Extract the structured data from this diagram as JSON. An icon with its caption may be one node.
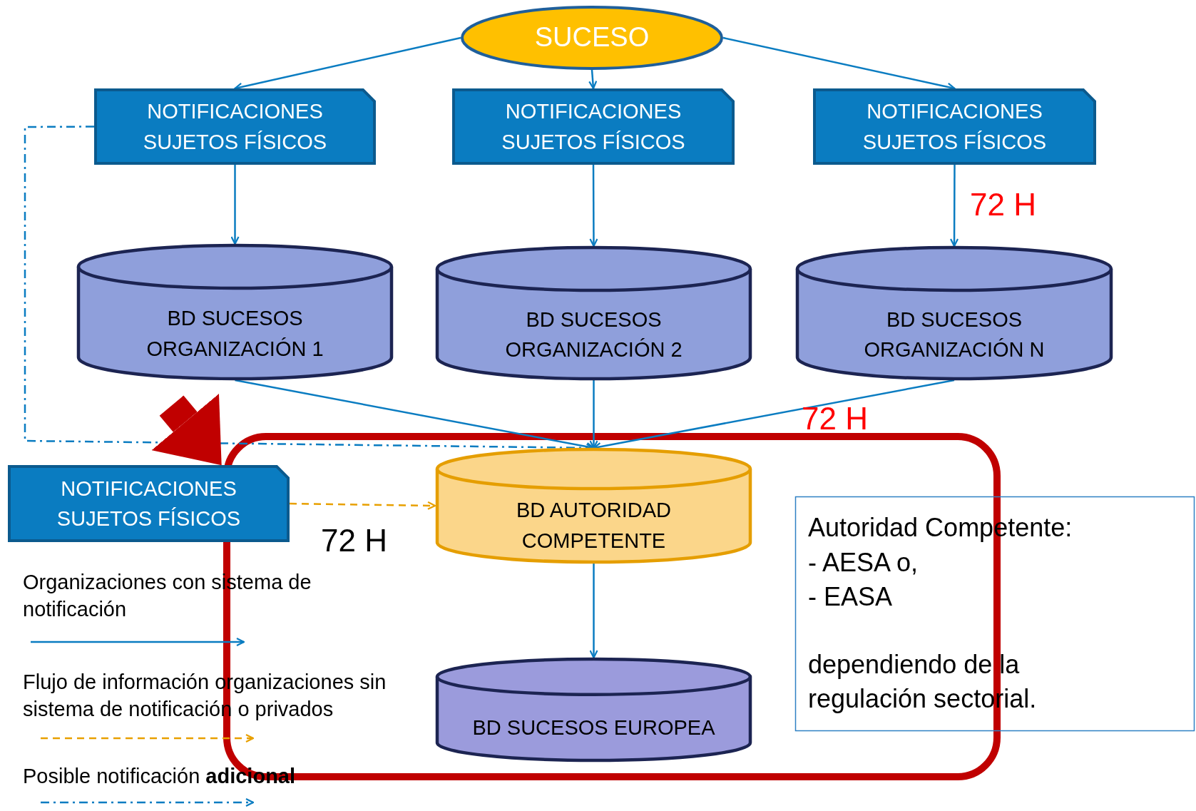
{
  "diagram": {
    "nodes": [
      {
        "text": [
          "SUCESO"
        ]
      },
      {
        "text": [
          "NOTIFICACIONES SUJETOS FÍSICOS"
        ]
      },
      {
        "text": [
          "NOTIFICACIONES SUJETOS FÍSICOS"
        ]
      },
      {
        "text": [
          "NOTIFICACIONES SUJETOS FÍSICOS"
        ]
      },
      {
        "text": [
          "BD SUCESOS ORGANIZACIÓN 1"
        ]
      },
      {
        "text": [
          "BD SUCESOS ORGANIZACIÓN 2"
        ]
      },
      {
        "text": [
          "BD SUCESOS ORGANIZACIÓN N"
        ]
      },
      {
        "text": [
          "NOTIFICACIONES SUJETOS FÍSICOS"
        ]
      },
      {
        "text": [
          "BD AUTORIDAD COMPETENTE"
        ]
      },
      {
        "text": [
          "Autoridad Competente:",
          "- AESA o,",
          "- EASA",
          "dependiendo de la regulación sectorial."
        ]
      },
      {
        "text": [
          "BD SUCESOS EUROPEA"
        ]
      }
    ],
    "edges": [
      {
        "from": 0,
        "to": 1,
        "arrow": "to"
      },
      {
        "from": 0,
        "to": 2,
        "arrow": "to"
      },
      {
        "from": 0,
        "to": 3,
        "arrow": "to"
      },
      {
        "from": 1,
        "to": 4,
        "arrow": "to"
      },
      {
        "from": 2,
        "to": 5,
        "arrow": "to"
      },
      {
        "from": 3,
        "to": 6,
        "arrow": "to"
      },
      {
        "from": 4,
        "to": 8,
        "arrow": "to"
      },
      {
        "from": 5,
        "to": 8,
        "arrow": "to"
      },
      {
        "from": 6,
        "to": 8,
        "arrow": "to"
      },
      {
        "from": 1,
        "to": 8,
        "arrow": "to",
        "style": "dashed"
      },
      {
        "from": 7,
        "to": 8,
        "arrow": "to",
        "style": "dashed",
        "color": "#e8a000"
      },
      {
        "from": 8,
        "to": 10,
        "arrow": "to"
      },
      {
        "from": null,
        "to": 7,
        "arrow": "to",
        "style": "thick",
        "color": "#c00000"
      }
    ],
    "labels": [
      "72 H",
      "72 H",
      "72 H"
    ],
    "legend": [
      {
        "text": "Organizaciones con sistema de notificación"
      },
      {
        "text": "Flujo de información organizaciones sin sistema de notificación o privados"
      },
      {
        "text": "Posible notificación **adicional**"
      }
    ]
  }
}
